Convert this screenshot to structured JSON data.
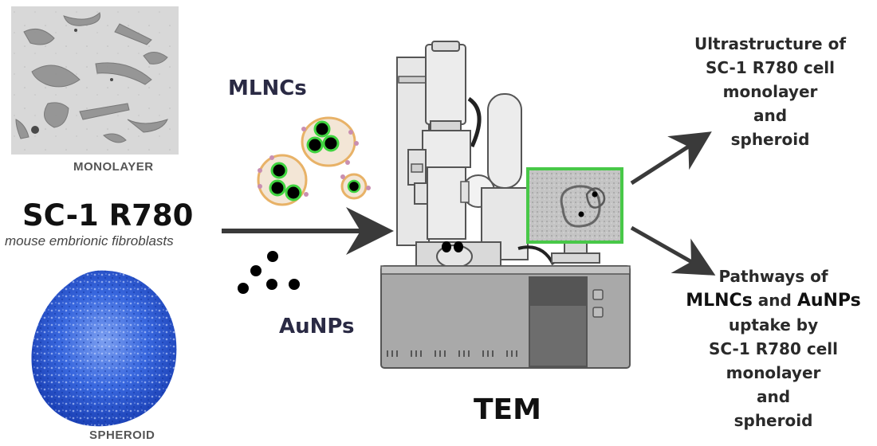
{
  "cell_line": {
    "name": "SC-1 R780",
    "description": "mouse embrionic fibroblasts"
  },
  "samples": {
    "monolayer_label": "MONOLAYER",
    "spheroid_label": "SPHEROID"
  },
  "nanoparticles": {
    "mlncs_label": "MLNCs",
    "aunps_label": "AuNPs"
  },
  "instrument": {
    "label": "TEM"
  },
  "outputs": {
    "top": {
      "lines": [
        "Ultrastructure of",
        "SC-1 R780 cell",
        "monolayer",
        "and",
        "spheroid"
      ]
    },
    "bottom": {
      "line1": "Pathways of",
      "term1": "MLNCs",
      "connector": "and",
      "term2": "AuNPs",
      "line3": "uptake by",
      "line4": "SC-1 R780 cell",
      "line5": "monolayer",
      "line6": "and",
      "line7": "spheroid"
    }
  },
  "colors": {
    "spheroid_blue": "#2f5fd8",
    "mlnc_fill": "#f3e6d6",
    "mlnc_border": "#e8b267",
    "particle_green": "#3fd43f",
    "screen_border": "#48c848",
    "arrow": "#3a3a3a",
    "machine_body": "#a9a9a9"
  }
}
